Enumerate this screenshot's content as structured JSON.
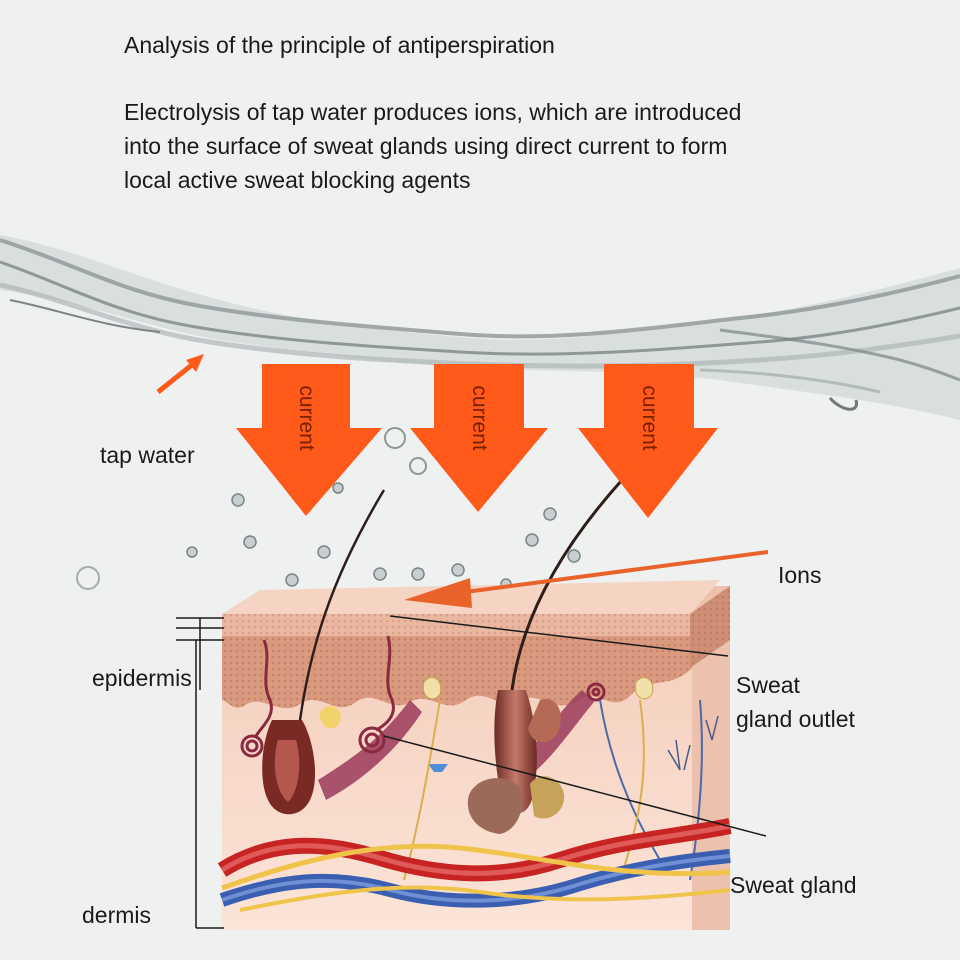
{
  "title": "Analysis of the principle of antiperspiration",
  "description": [
    "Electrolysis of tap water produces ions, which are introduced",
    "into the surface of sweat glands using direct current to form",
    "local active sweat blocking agents"
  ],
  "labels": {
    "tap_water": "tap water",
    "ions": "Ions",
    "sweat_gland_outlet_line1": "Sweat",
    "sweat_gland_outlet_line2": "gland outlet",
    "sweat_gland": "Sweat gland",
    "epidermis": "epidermis",
    "dermis": "dermis"
  },
  "arrows": [
    {
      "label": "current"
    },
    {
      "label": "current"
    },
    {
      "label": "current"
    }
  ],
  "colors": {
    "arrow_orange": "#ff5a1a",
    "skin_pink": "#f3c3b0",
    "epidermis_brown": "#d4957b",
    "vein_blue": "#3a5fb0",
    "artery_red": "#c82323",
    "nerve_yellow": "#f0c44a",
    "water_gray": "#9aa4a6"
  }
}
